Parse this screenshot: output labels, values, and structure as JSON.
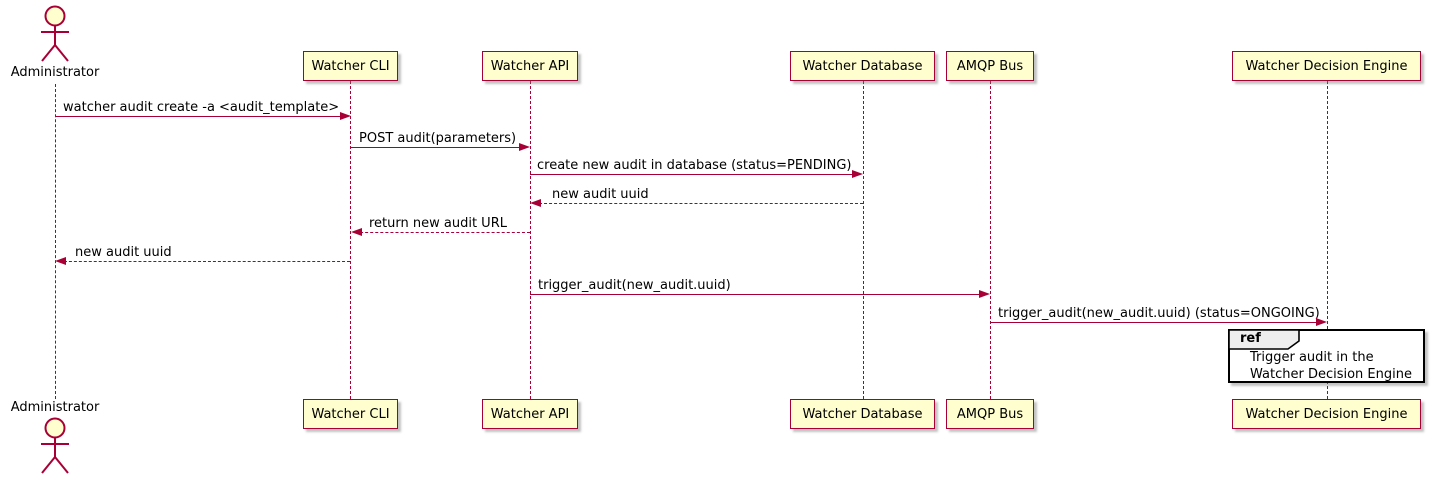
{
  "diagram": {
    "type": "uml-sequence-diagram",
    "colors": {
      "accent": "#A80036",
      "participant_fill": "#FEFECE",
      "ref_tag_fill": "#EEEEEE",
      "ref_border": "#000000",
      "background": "#FFFFFF",
      "text": "#000000"
    }
  },
  "actor": {
    "label": "Administrator"
  },
  "participants": [
    {
      "label": "Watcher CLI"
    },
    {
      "label": "Watcher API"
    },
    {
      "label": "Watcher Database"
    },
    {
      "label": "AMQP Bus"
    },
    {
      "label": "Watcher Decision Engine"
    }
  ],
  "messages": [
    {
      "text": "watcher audit create -a <audit_template>",
      "from": "Administrator",
      "to": "Watcher CLI",
      "style": "solid"
    },
    {
      "text": "POST audit(parameters)",
      "from": "Watcher CLI",
      "to": "Watcher API",
      "style": "solid"
    },
    {
      "text": "create new audit in database (status=PENDING)",
      "from": "Watcher API",
      "to": "Watcher Database",
      "style": "solid"
    },
    {
      "text": "new audit uuid",
      "from": "Watcher Database",
      "to": "Watcher API",
      "style": "dashed"
    },
    {
      "text": "return new audit URL",
      "from": "Watcher API",
      "to": "Watcher CLI",
      "style": "dashed"
    },
    {
      "text": "new audit uuid",
      "from": "Watcher CLI",
      "to": "Administrator",
      "style": "dashed"
    },
    {
      "text": "trigger_audit(new_audit.uuid)",
      "from": "Watcher API",
      "to": "AMQP Bus",
      "style": "solid"
    },
    {
      "text": "trigger_audit(new_audit.uuid) (status=ONGOING)",
      "from": "AMQP Bus",
      "to": "Watcher Decision Engine",
      "style": "solid"
    }
  ],
  "ref": {
    "tag": "ref",
    "lines": [
      "Trigger audit in the",
      "Watcher Decision Engine"
    ]
  }
}
